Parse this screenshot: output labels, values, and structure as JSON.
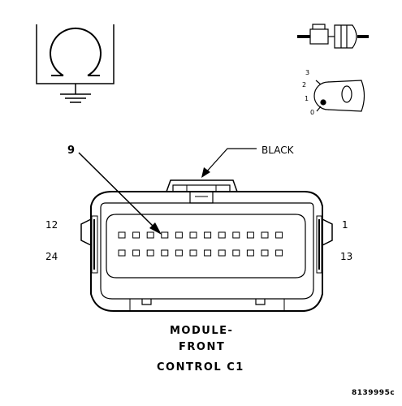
{
  "callout": {
    "pin": "9",
    "color": "BLACK"
  },
  "pin_labels": {
    "top_left": "12",
    "bottom_left": "24",
    "top_right": "1",
    "bottom_right": "13"
  },
  "title_lines": [
    "MODULE-",
    "FRONT",
    "CONTROL C1"
  ],
  "key_positions": [
    "3",
    "2",
    "1",
    "0"
  ],
  "figure_code": "8139995c",
  "pins": {
    "rows": 2,
    "columns": 12
  }
}
